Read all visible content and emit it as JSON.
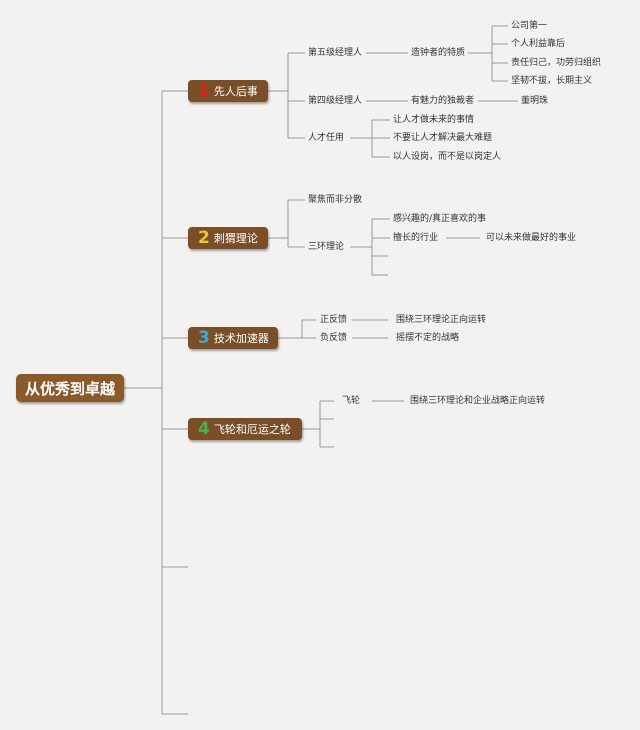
{
  "root": {
    "label": "从优秀到卓越"
  },
  "branches": [
    {
      "number": "1",
      "label": "先人后事",
      "number_color": "#e0201b"
    },
    {
      "number": "2",
      "label": "刺猬理论",
      "number_color": "#f2c230"
    },
    {
      "number": "3",
      "label": "技术加速器",
      "number_color": "#3fa8d8"
    },
    {
      "number": "4",
      "label": "飞轮和厄运之轮",
      "number_color": "#4caf50"
    }
  ],
  "b1": {
    "level5": "第五级经理人",
    "level5_trait": "造钟者的特质",
    "level5_items": [
      "公司第一",
      "个人利益靠后",
      "责任归己，功劳归组织",
      "坚韧不拔，长期主义"
    ],
    "level4": "第四级经理人",
    "level4_trait": "有魅力的独裁者",
    "level4_example": "董明珠",
    "talent": "人才任用",
    "talent_items": [
      "让人才做未来的事情",
      "不要让人才解决最大难题",
      "以人设岗，而不是以岗定人"
    ]
  },
  "b2": {
    "focus": "聚焦而非分散",
    "three_circle": "三环理论",
    "interest": "感兴趣的/真正喜欢的事",
    "skill": "擅长的行业",
    "skill_detail": "可以未来做最好的事业"
  },
  "b3": {
    "positive": "正反馈",
    "positive_detail": "围绕三环理论正向运转",
    "negative": "负反馈",
    "negative_detail": "摇摆不定的战略"
  },
  "b4": {
    "flywheel": "飞轮",
    "flywheel_detail": "围绕三环理论和企业战略正向运转"
  },
  "colors": {
    "line": "#9a9a9a",
    "node": "#7a4e27",
    "root": "#8b5a2b",
    "background": "#f3f2f1"
  }
}
